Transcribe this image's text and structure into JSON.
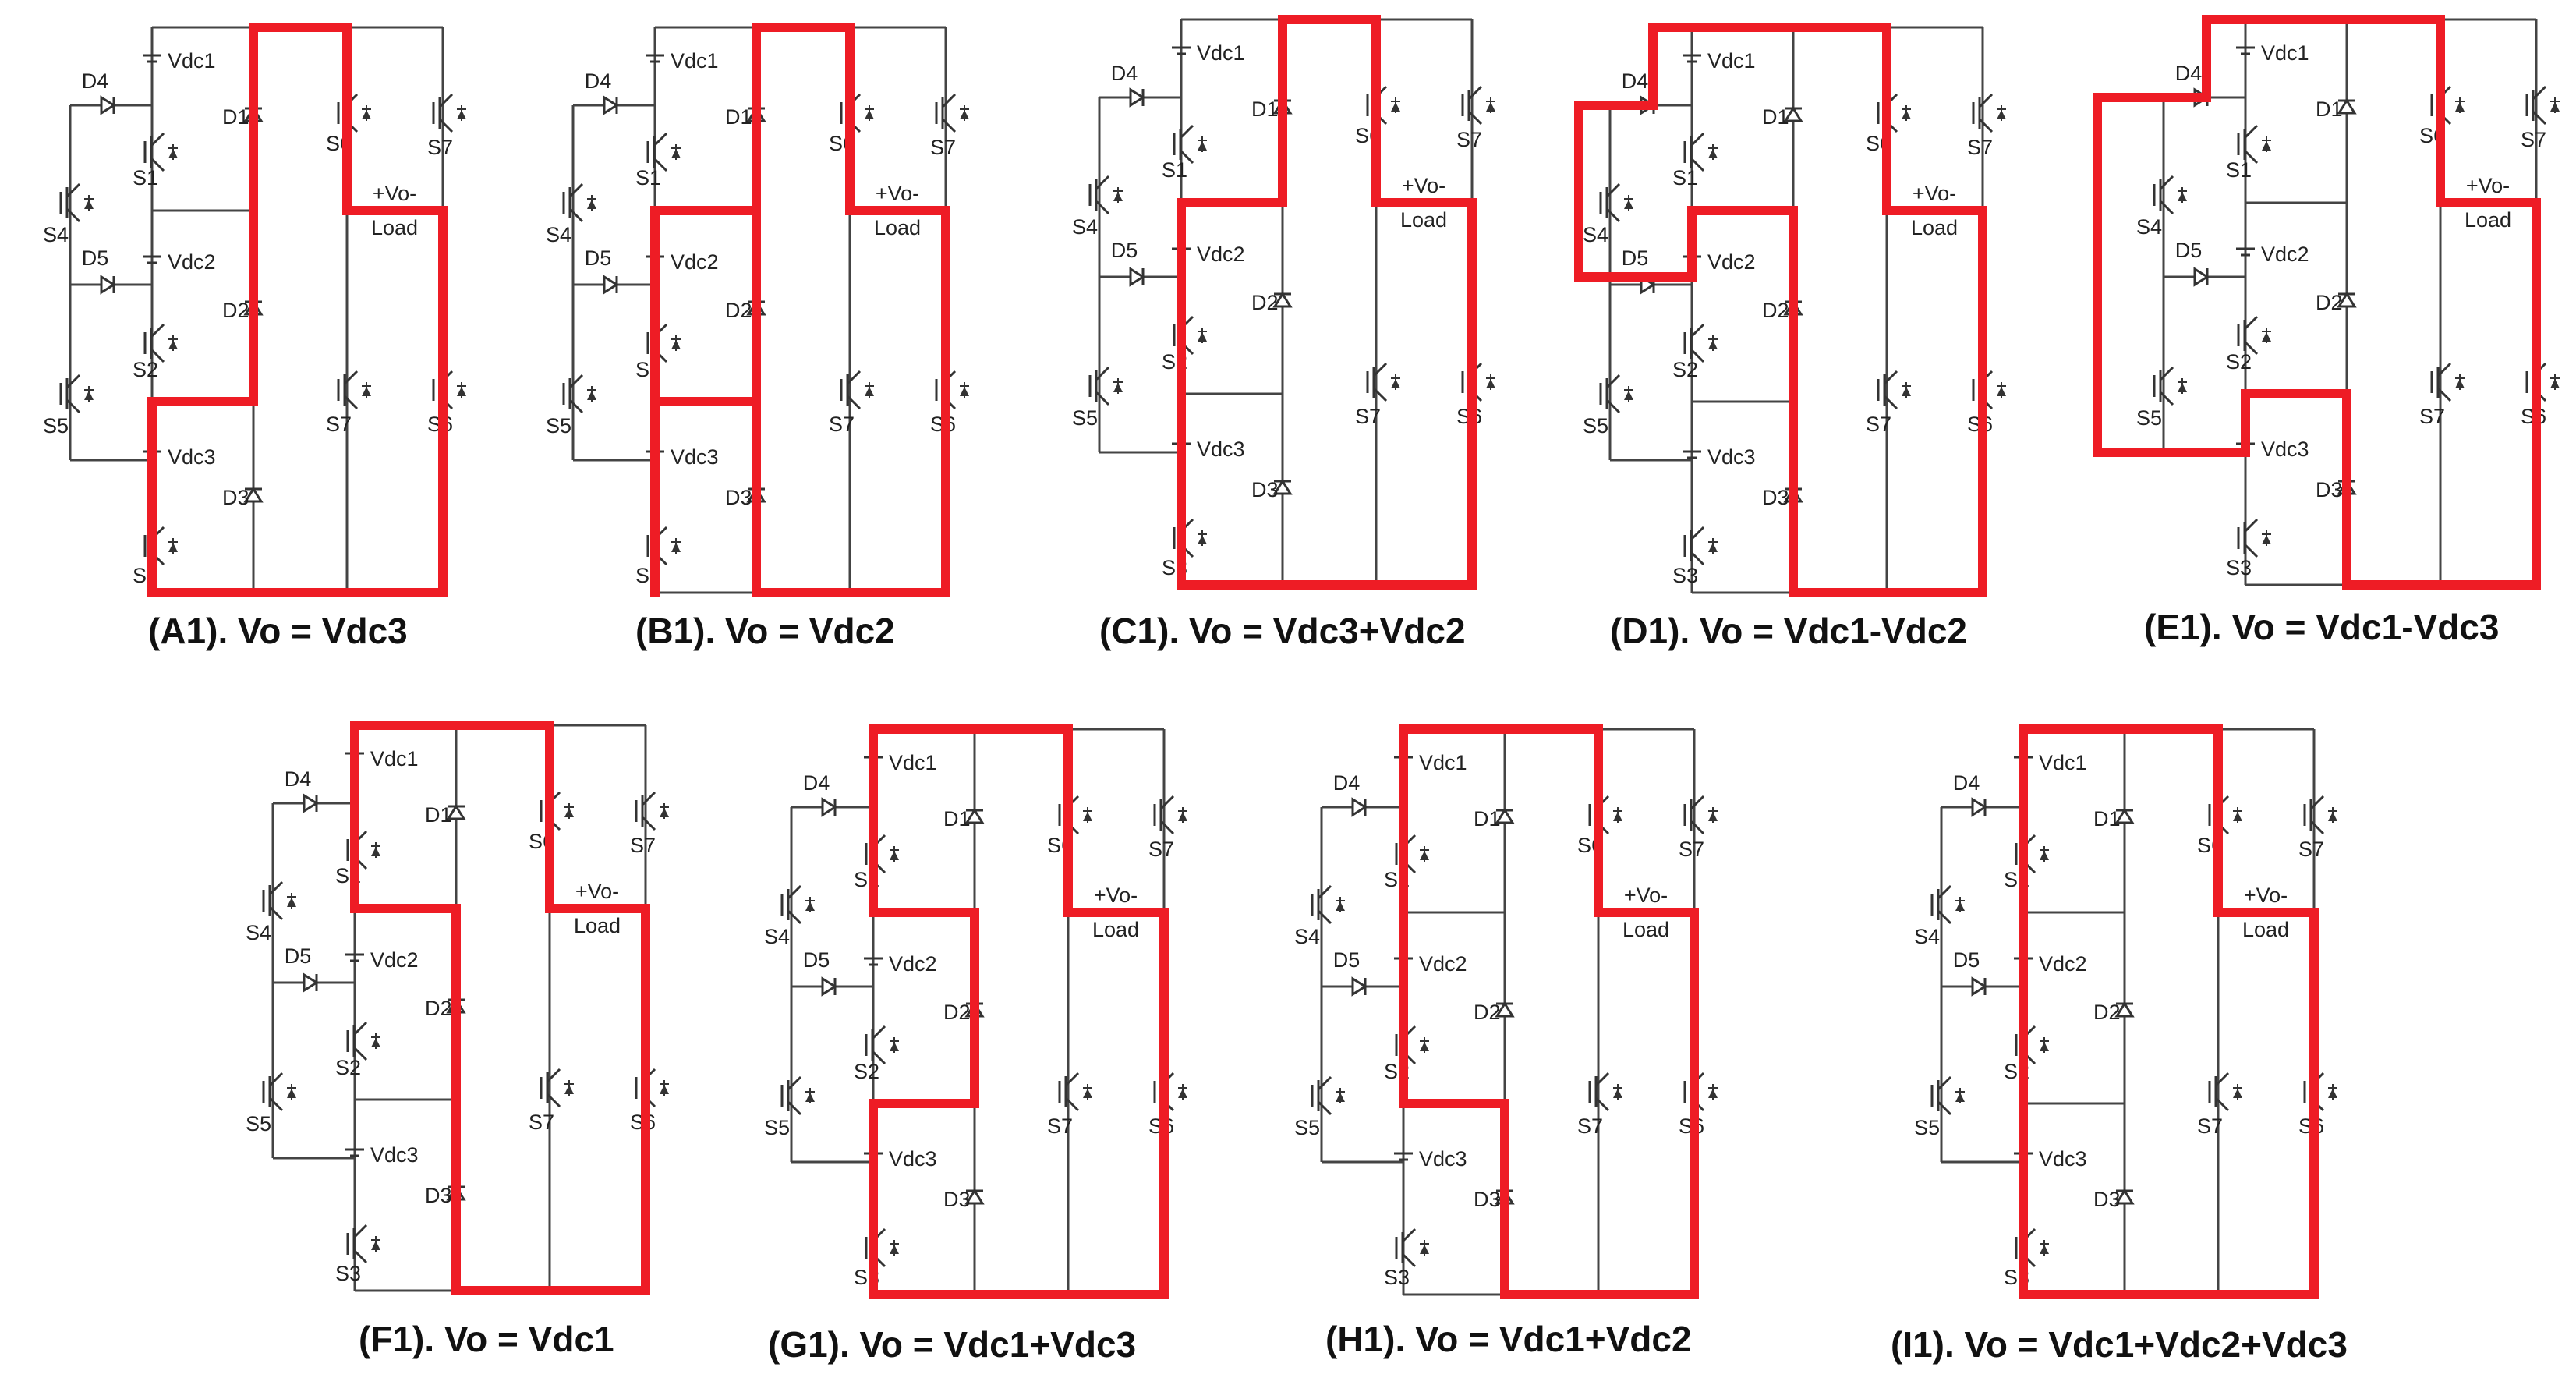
{
  "labels": {
    "vdc1": "Vdc1",
    "vdc2": "Vdc2",
    "vdc3": "Vdc3",
    "d1": "D1",
    "d2": "D2",
    "d3": "D3",
    "d4": "D4",
    "d5": "D5",
    "s1": "S1",
    "s2": "S2",
    "s3": "S3",
    "s4": "S4",
    "s5": "S5",
    "s6": "S6",
    "s7": "S7",
    "s7b": "S7",
    "s6b": "S6",
    "vo": "+Vo-",
    "load": "Load"
  },
  "panels": [
    {
      "id": "A1",
      "caption": "(A1). Vo = Vdc3"
    },
    {
      "id": "B1",
      "caption": "(B1). Vo = Vdc2"
    },
    {
      "id": "C1",
      "caption": "(C1). Vo = Vdc3+Vdc2"
    },
    {
      "id": "D1",
      "caption": "(D1). Vo = Vdc1-Vdc2"
    },
    {
      "id": "E1",
      "caption": "(E1). Vo = Vdc1-Vdc3"
    },
    {
      "id": "F1",
      "caption": "(F1). Vo = Vdc1"
    },
    {
      "id": "G1",
      "caption": "(G1). Vo = Vdc1+Vdc3"
    },
    {
      "id": "H1",
      "caption": "(H1). Vo = Vdc1+Vdc2"
    },
    {
      "id": "I1",
      "caption": "(I1). Vo = Vdc1+Vdc2+Vdc3"
    }
  ],
  "colors": {
    "highlight": "#ee1c25",
    "wire": "#444444"
  }
}
